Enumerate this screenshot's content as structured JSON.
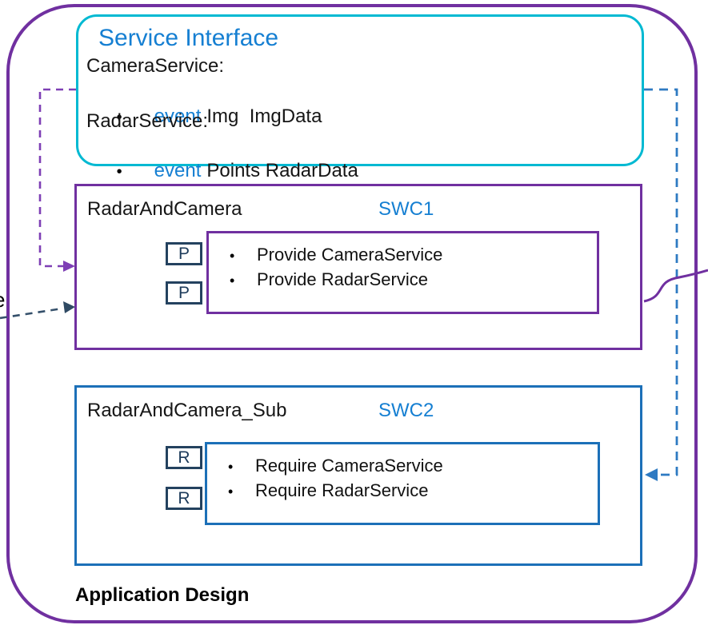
{
  "diagram": {
    "bullet": "•",
    "service_interface": {
      "title": "Service Interface",
      "camera_service_label": "CameraService:",
      "camera_event": {
        "keyword": "event",
        "rest": "Img  ImgData"
      },
      "radar_service_label": "RadarService:",
      "radar_event": {
        "keyword": "event",
        "rest": "Points RadarData"
      }
    },
    "swc1": {
      "name": "RadarAndCamera",
      "tag": "SWC1",
      "ports": [
        {
          "label": "P"
        },
        {
          "label": "P"
        }
      ],
      "items": [
        "Provide CameraService",
        "Provide RadarService"
      ]
    },
    "swc2": {
      "name": "RadarAndCamera_Sub",
      "tag": "SWC2",
      "ports": [
        {
          "label": "R"
        },
        {
          "label": "R"
        }
      ],
      "items": [
        "Require CameraService",
        "Require RadarService"
      ]
    },
    "caption": "Application Design",
    "left_edge_text_fragment": "e",
    "colors": {
      "boundary_purple": "#7030a0",
      "service_interface_cyan": "#00b9d2",
      "swc2_blue": "#1c70b8",
      "accent_text_blue": "#157fd2",
      "dashed_purple_connector": "#7e3fb5",
      "dashed_blue_connector": "#2e7ac2",
      "dashed_dark_connector": "#35506b",
      "port_border_dark": "#24425f"
    }
  }
}
